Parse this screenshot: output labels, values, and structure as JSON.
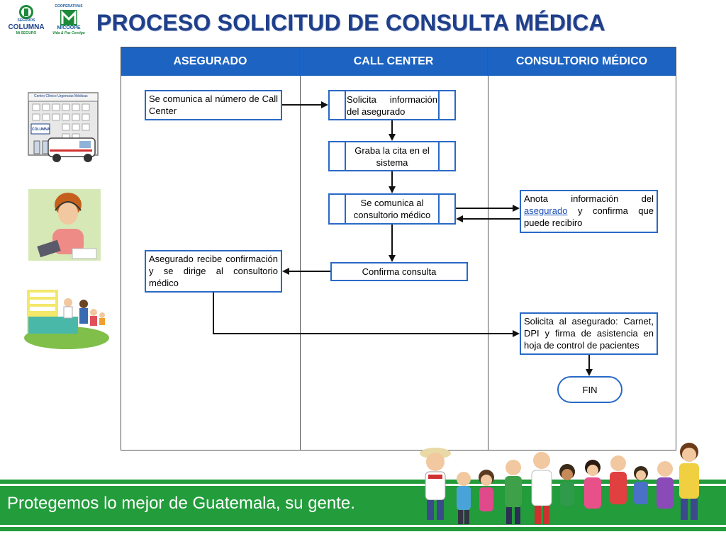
{
  "logos": {
    "left_top": "SEGUROS",
    "left_main": "COLUMNA",
    "left_sub": "Mi SEGURO",
    "right_top": "COOPERATIVAS",
    "right_main": "MICOOPE",
    "right_sub": "Vida & Paz Contigo"
  },
  "title": "PROCESO SOLICITUD DE CONSULTA MÉDICA",
  "lanes": [
    "ASEGURADO",
    "CALL CENTER",
    "CONSULTORIO MÉDICO"
  ],
  "steps": {
    "asegurado_1": "Se comunica al número de Call Center",
    "asegurado_2": "Asegurado recibe confirmación y se dirige al consultorio médico",
    "call_1": "Solicita información del asegurado",
    "call_2": "Graba la cita en el sistema",
    "call_3": "Se comunica al consultorio médico",
    "call_4": "Confirma consulta",
    "consultorio_1_a": "Anota información del ",
    "consultorio_1_link": "asegurado",
    "consultorio_1_b": " y confirma que puede recibiro",
    "consultorio_2": "Solicita al asegurado: Carnet, DPI y firma de asistencia en hoja de control de pacientes",
    "fin": "FIN"
  },
  "building_sign": "Centro Clínico Urgencias Médicas",
  "building_logo": "COLUMNA",
  "footer": "Protegemos lo mejor de Guatemala, su gente.",
  "colors": {
    "lane_header": "#1d64c2",
    "box_border": "#2a69c6",
    "title": "#1f3f8a",
    "footer": "#239c3c"
  }
}
